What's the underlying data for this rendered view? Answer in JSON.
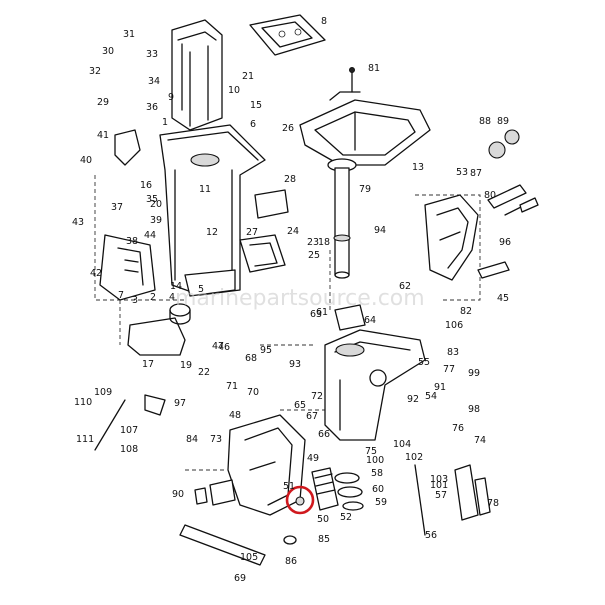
{
  "watermark": "marinepartsource.com",
  "highlight_color": "#d0191e",
  "callouts": [
    "1",
    "2",
    "3",
    "4",
    "5",
    "6",
    "7",
    "8",
    "9",
    "10",
    "11",
    "12",
    "13",
    "14",
    "15",
    "16",
    "17",
    "18",
    "19",
    "20",
    "21",
    "22",
    "23",
    "24",
    "25",
    "26",
    "27",
    "28",
    "29",
    "30",
    "31",
    "32",
    "33",
    "34",
    "35",
    "36",
    "37",
    "38",
    "39",
    "40",
    "41",
    "42",
    "43",
    "44",
    "45",
    "46",
    "47",
    "48",
    "49",
    "50",
    "51",
    "52",
    "53",
    "54",
    "55",
    "56",
    "57",
    "58",
    "59",
    "60",
    "61",
    "62",
    "63",
    "64",
    "65",
    "66",
    "67",
    "68",
    "69",
    "70",
    "71",
    "72",
    "73",
    "74",
    "75",
    "76",
    "77",
    "78",
    "79",
    "80",
    "81",
    "82",
    "83",
    "84",
    "85",
    "86",
    "87",
    "88",
    "89",
    "90",
    "91",
    "92",
    "93",
    "94",
    "95",
    "96",
    "97",
    "98",
    "99",
    "100",
    "101",
    "102",
    "103",
    "104",
    "105",
    "106",
    "107",
    "108",
    "109",
    "110",
    "111"
  ],
  "highlighted_callout": "50"
}
